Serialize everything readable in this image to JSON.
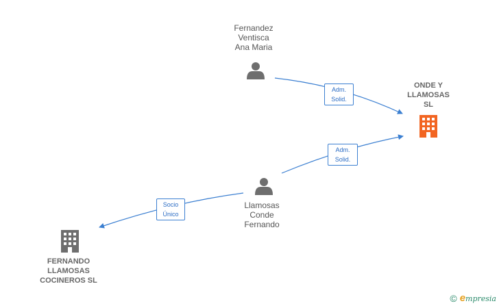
{
  "nodes": {
    "person_top": {
      "name": "Fernandez\nVentisca\nAna Maria"
    },
    "person_mid": {
      "name": "Llamosas\nConde\nFernando"
    },
    "company_main": {
      "name": "ONDE Y\nLLAMOSAS\nSL",
      "color": "#f26522"
    },
    "company_side": {
      "name": "FERNANDO\nLLAMOSAS\nCOCINEROS SL",
      "color": "#6e6e6e"
    }
  },
  "edges": {
    "top_to_main": {
      "label": "Adm.\nSolid."
    },
    "mid_to_main": {
      "label": "Adm.\nSolid."
    },
    "mid_to_side": {
      "label": "Socio\nÚnico"
    }
  },
  "colors": {
    "edge": "#3b7fd1",
    "person": "#6e6e6e"
  },
  "footer": {
    "copyright": "©",
    "brand_initial": "e",
    "brand_rest": "mpresia"
  }
}
